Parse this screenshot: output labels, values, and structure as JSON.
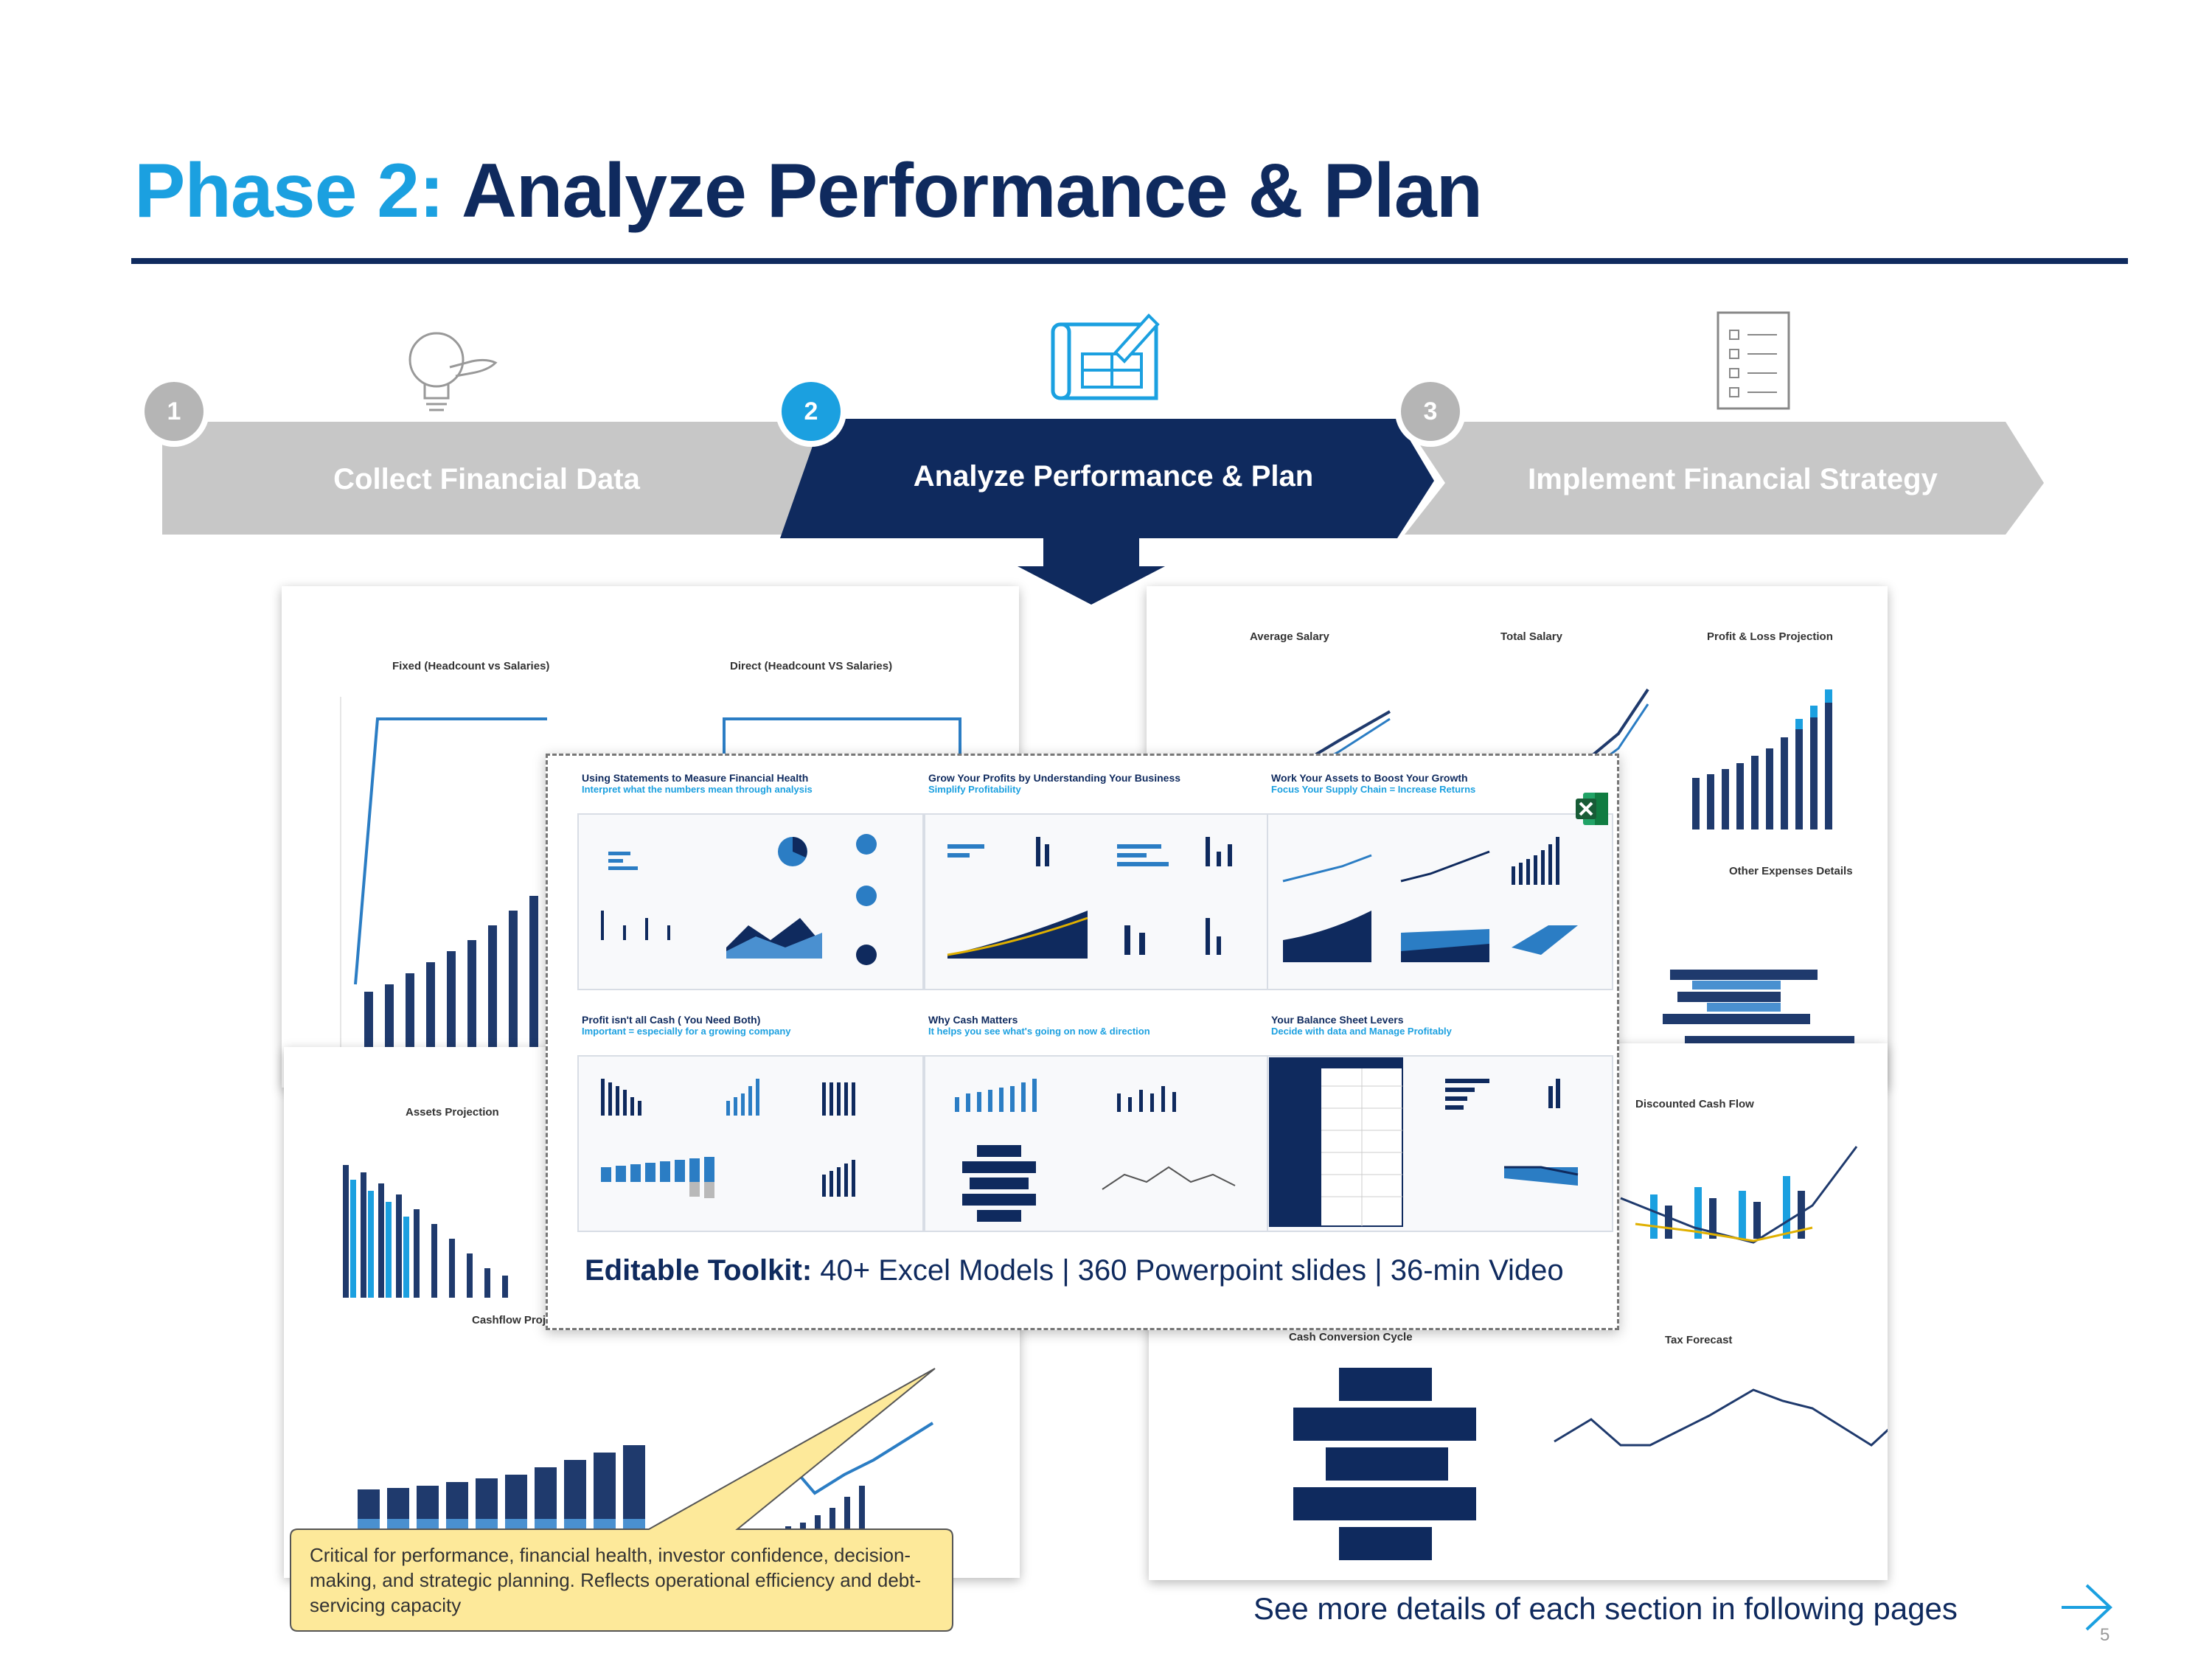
{
  "header": {
    "phase_label": "Phase 2:",
    "title": "Analyze Performance & Plan"
  },
  "steps": [
    {
      "number": "1",
      "label": "Collect Financial Data",
      "icon": "lightbulb-hand-icon",
      "state": "inactive"
    },
    {
      "number": "2",
      "label": "Analyze Performance & Plan",
      "icon": "blueprint-pencil-icon",
      "state": "active"
    },
    {
      "number": "3",
      "label": "Implement Financial Strategy",
      "icon": "checklist-icon",
      "state": "inactive"
    }
  ],
  "colors": {
    "navy": "#0f2a5e",
    "accent_blue": "#1ba0e0",
    "gray_step": "#c7c7c7",
    "callout_fill": "#fde99a"
  },
  "panels": {
    "top_left": {
      "titles": [
        "Fixed (Headcount vs Salaries)",
        "Direct (Headcount VS Salaries)"
      ]
    },
    "top_right": {
      "titles": [
        "Average Salary",
        "Total Salary",
        "Profit & Loss Projection",
        "Other Expenses Details"
      ]
    },
    "bottom_left": {
      "titles": [
        "Assets Projection",
        "Cashflow Project"
      ]
    },
    "bottom_right": {
      "titles": [
        "Discounted Cash Flow",
        "Cash Conversion Cycle",
        "Tax Forecast"
      ]
    }
  },
  "toolkit": {
    "slides": [
      {
        "title": "Using Statements to Measure Financial Health",
        "subtitle": "Interpret what the numbers mean through analysis"
      },
      {
        "title": "Grow Your Profits by Understanding Your Business",
        "subtitle": "Simplify Profitability"
      },
      {
        "title": "Work Your Assets to Boost Your Growth",
        "subtitle": "Focus Your Supply Chain = Increase Returns"
      },
      {
        "title": "Profit isn't all Cash ( You Need Both)",
        "subtitle": "Important = especially for a growing company"
      },
      {
        "title": "Why Cash Matters",
        "subtitle": "It helps you see what's going on now & direction"
      },
      {
        "title": "Your Balance Sheet Levers",
        "subtitle": "Decide with data and Manage Profitably"
      }
    ],
    "caption_bold": "Editable Toolkit:",
    "caption_rest": "40+ Excel Models | 360 Powerpoint slides | 36-min Video",
    "excel_icon": "excel-icon"
  },
  "callout": {
    "text": "Critical for performance, financial health, investor confidence, decision-making, and strategic planning. Reflects operational efficiency and debt-servicing capacity"
  },
  "footer": {
    "more_details": "See more details of each section in following pages",
    "next_icon": "arrow-right-icon",
    "page_number": "5"
  }
}
